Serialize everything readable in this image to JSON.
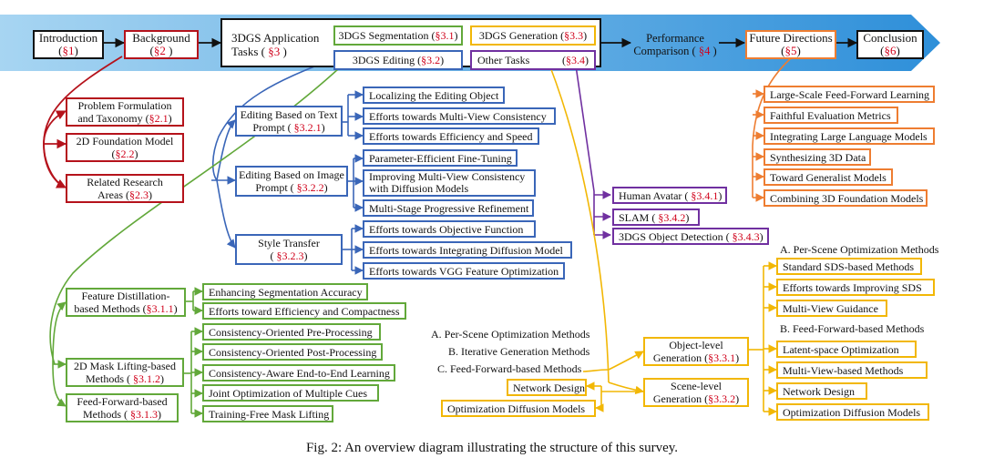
{
  "banner_color_start": "#a7d5f2",
  "banner_color_end": "#2e8fd9",
  "colors": {
    "red": "#b5121b",
    "blue": "#3a66b8",
    "green": "#62a83a",
    "yellow": "#f2b705",
    "orange": "#ee7d31",
    "purple": "#7030a0",
    "ref": "#d0021b"
  },
  "top": {
    "intro": {
      "label": "Introduction",
      "sec": "§1"
    },
    "background": {
      "label": "Background",
      "sec": "§2"
    },
    "tasks": {
      "line1": "3DGS Application",
      "line2": "Tasks ( ",
      "sec": "§3",
      "close": " )"
    },
    "segmentation": {
      "label": "3DGS Segmentation (",
      "sec": "§3.1",
      "close": ")"
    },
    "editing": {
      "label": "3DGS Editing (",
      "sec": "§3.2",
      "close": ")"
    },
    "generation": {
      "label": "3DGS Generation (",
      "sec": "§3.3",
      "close": ")"
    },
    "other": {
      "label": "Other Tasks",
      "sec": "§3.4"
    },
    "performance": {
      "line1": "Performance",
      "line2": "Comparison ( ",
      "sec": "§4",
      "close": " )"
    },
    "future": {
      "label": "Future Directions",
      "sec": "§5"
    },
    "conclusion": {
      "label": "Conclusion",
      "sec": "§6"
    }
  },
  "background_items": [
    {
      "line1": "Problem Formulation",
      "line2": "and Taxonomy (",
      "sec": "§2.1",
      "close": ")"
    },
    {
      "line1": "2D Foundation Model",
      "line2": "(",
      "sec": "§2.2",
      "close": ")"
    },
    {
      "line1": "Related Research",
      "line2": "Areas (",
      "sec": "§2.3",
      "close": ")"
    }
  ],
  "editing_groups": [
    {
      "line1": "Editing Based on Text",
      "line2": "Prompt ( ",
      "sec": "§3.2.1",
      "close": ")"
    },
    {
      "line1": "Editing Based on Image",
      "line2": "Prompt ( ",
      "sec": "§3.2.2",
      "close": ")"
    },
    {
      "line1": "Style Transfer",
      "line2": "( ",
      "sec": "§3.2.3",
      "close": ")"
    }
  ],
  "editing_items": [
    "Localizing the Editing Object",
    "Efforts towards Multi-View Consistency",
    "Efforts towards Efficiency and Speed",
    "Parameter-Efficient Fine-Tuning",
    "Improving Multi-View Consistency\nwith Diffusion Models",
    "Multi-Stage Progressive Refinement",
    "Efforts towards Objective Function",
    "Efforts towards Integrating Diffusion Model",
    "Efforts towards VGG Feature Optimization"
  ],
  "segmentation_groups": [
    {
      "line1": "Feature Distillation-",
      "line2": "based Methods (",
      "sec": "§3.1.1",
      "close": ")"
    },
    {
      "line1": "2D Mask Lifting-based",
      "line2": "Methods ( ",
      "sec": "§3.1.2",
      "close": ")"
    },
    {
      "line1": "Feed-Forward-based",
      "line2": "Methods ( ",
      "sec": "§3.1.3",
      "close": ")"
    }
  ],
  "segmentation_items": [
    "Enhancing Segmentation Accuracy",
    "Efforts toward Efficiency and Compactness",
    "Consistency-Oriented Pre-Processing",
    "Consistency-Oriented Post-Processing",
    "Consistency-Aware End-to-End Learning",
    "Joint Optimization of Multiple Cues",
    "Training-Free Mask Lifting"
  ],
  "other_items": [
    {
      "label": "Human Avatar (",
      "sec": "§3.4.1",
      "close": ")"
    },
    {
      "label": "SLAM (",
      "sec": "§3.4.2",
      "close": ")"
    },
    {
      "label": "3DGS Object Detection (",
      "sec": "§3.4.3",
      "close": ")"
    }
  ],
  "future_items": [
    "Large-Scale Feed-Forward Learning",
    "Faithful Evaluation Metrics",
    "Integrating Large Language Models",
    "Synthesizing 3D Data",
    "Toward Generalist Models",
    "Combining 3D Foundation Models"
  ],
  "generation": {
    "object": {
      "line1": "Object-level",
      "line2": "Generation (",
      "sec": "§3.3.1",
      "close": ")"
    },
    "scene": {
      "line1": "Scene-level",
      "line2": "Generation (",
      "sec": "§3.3.2",
      "close": ")"
    },
    "object_heading_a": "A. Per-Scene Optimization Methods",
    "object_heading_b": "B. Feed-Forward-based Methods",
    "object_items_a": [
      "Standard SDS-based Methods",
      "Efforts towards Improving SDS",
      "Multi-View Guidance"
    ],
    "object_items_b": [
      "Latent-space Optimization",
      "Multi-View-based Methods",
      "Network Design",
      "Optimization Diffusion Models"
    ],
    "scene_headings": [
      "A. Per-Scene Optimization Methods",
      "B. Iterative Generation Methods",
      "C. Feed-Forward-based Methods"
    ],
    "scene_items": [
      "Network Design",
      "Optimization Diffusion Models"
    ]
  },
  "caption": "Fig. 2: An overview diagram illustrating the structure of this survey."
}
